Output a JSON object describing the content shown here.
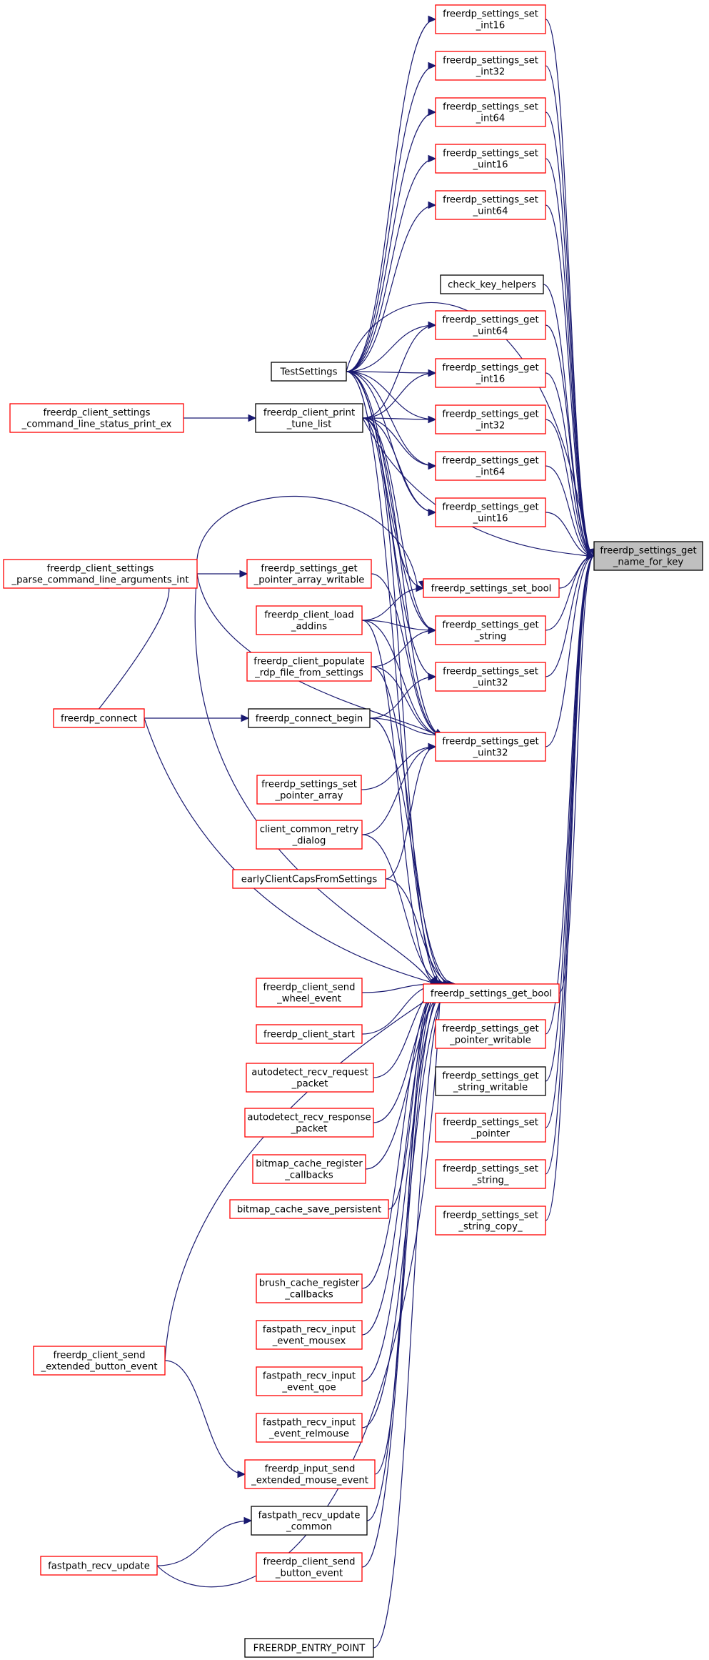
{
  "nodes": {
    "root": [
      "freerdp_settings_get",
      "_name_for_key"
    ],
    "set_int16": [
      "freerdp_settings_set",
      "_int16"
    ],
    "set_int32": [
      "freerdp_settings_set",
      "_int32"
    ],
    "set_int64": [
      "freerdp_settings_set",
      "_int64"
    ],
    "set_uint16": [
      "freerdp_settings_set",
      "_uint16"
    ],
    "set_uint64": [
      "freerdp_settings_set",
      "_uint64"
    ],
    "check_key_helpers": [
      "check_key_helpers"
    ],
    "get_uint64": [
      "freerdp_settings_get",
      "_uint64"
    ],
    "test_settings": [
      "TestSettings"
    ],
    "get_int16": [
      "freerdp_settings_get",
      "_int16"
    ],
    "print_status_ex": [
      "freerdp_client_settings",
      "_command_line_status_print_ex"
    ],
    "print_tune_list": [
      "freerdp_client_print",
      "_tune_list"
    ],
    "get_int32": [
      "freerdp_settings_get",
      "_int32"
    ],
    "get_int64": [
      "freerdp_settings_get",
      "_int64"
    ],
    "get_uint16": [
      "freerdp_settings_get",
      "_uint16"
    ],
    "parse_cmdline_int": [
      "freerdp_client_settings",
      "_parse_command_line_arguments_int"
    ],
    "get_ptr_array_writable": [
      "freerdp_settings_get",
      "_pointer_array_writable"
    ],
    "set_bool": [
      "freerdp_settings_set_bool"
    ],
    "load_addins": [
      "freerdp_client_load",
      "_addins"
    ],
    "get_string": [
      "freerdp_settings_get",
      "_string"
    ],
    "populate_rdp_file": [
      "freerdp_client_populate",
      "_rdp_file_from_settings"
    ],
    "set_uint32": [
      "freerdp_settings_set",
      "_uint32"
    ],
    "connect": [
      "freerdp_connect"
    ],
    "connect_begin": [
      "freerdp_connect_begin"
    ],
    "get_uint32": [
      "freerdp_settings_get",
      "_uint32"
    ],
    "set_pointer_array": [
      "freerdp_settings_set",
      "_pointer_array"
    ],
    "retry_dialog": [
      "client_common_retry",
      "_dialog"
    ],
    "early_caps": [
      "earlyClientCapsFromSettings"
    ],
    "send_wheel": [
      "freerdp_client_send",
      "_wheel_event"
    ],
    "get_bool": [
      "freerdp_settings_get_bool"
    ],
    "client_start": [
      "freerdp_client_start"
    ],
    "get_pointer_writable": [
      "freerdp_settings_get",
      "_pointer_writable"
    ],
    "autodetect_req": [
      "autodetect_recv_request",
      "_packet"
    ],
    "get_string_writable": [
      "freerdp_settings_get",
      "_string_writable"
    ],
    "autodetect_resp": [
      "autodetect_recv_response",
      "_packet"
    ],
    "set_pointer": [
      "freerdp_settings_set",
      "_pointer"
    ],
    "bitmap_register": [
      "bitmap_cache_register",
      "_callbacks"
    ],
    "set_string_": [
      "freerdp_settings_set",
      "_string_"
    ],
    "bitmap_save": [
      "bitmap_cache_save_persistent"
    ],
    "set_string_copy": [
      "freerdp_settings_set",
      "_string_copy_"
    ],
    "brush_register": [
      "brush_cache_register",
      "_callbacks"
    ],
    "fp_mousex": [
      "fastpath_recv_input",
      "_event_mousex"
    ],
    "send_ext_button": [
      "freerdp_client_send",
      "_extended_button_event"
    ],
    "fp_qoe": [
      "fastpath_recv_input",
      "_event_qoe"
    ],
    "fp_relmouse": [
      "fastpath_recv_input",
      "_event_relmouse"
    ],
    "input_ext_mouse": [
      "freerdp_input_send",
      "_extended_mouse_event"
    ],
    "fp_update_common": [
      "fastpath_recv_update",
      "_common"
    ],
    "fp_update": [
      "fastpath_recv_update"
    ],
    "send_button": [
      "freerdp_client_send",
      "_button_event"
    ],
    "entry_point": [
      "FREERDP_ENTRY_POINT"
    ]
  },
  "colors": {
    "edge": "#191970",
    "red_border": "#ff0000",
    "black_border": "#000000",
    "root_fill": "#bfbfbf"
  }
}
